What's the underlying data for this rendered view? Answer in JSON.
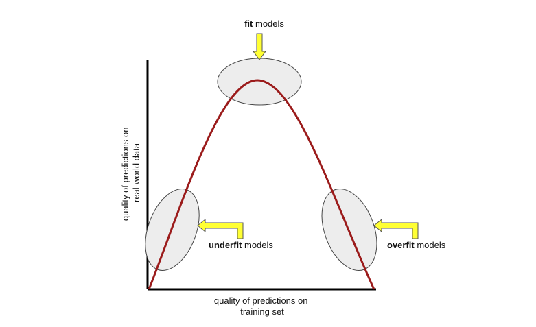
{
  "axes": {
    "x_label_line1": "quality of predictions on",
    "x_label_line2": "training set",
    "y_label_line1": "quality of predictions on",
    "y_label_line2": "real-world data"
  },
  "regions": {
    "fit": {
      "emphasis": "fit",
      "rest": " models"
    },
    "underfit": {
      "emphasis": "underfit",
      "rest": " models"
    },
    "overfit": {
      "emphasis": "overfit",
      "rest": " models"
    }
  },
  "colors": {
    "curve": "#9b1b1b",
    "ellipse_fill": "#ededed",
    "ellipse_stroke": "#444444",
    "arrow_fill": "#ffff33",
    "arrow_stroke": "#555555",
    "axis": "#000000"
  },
  "icons": {
    "pointer": "block-arrow-icon"
  }
}
